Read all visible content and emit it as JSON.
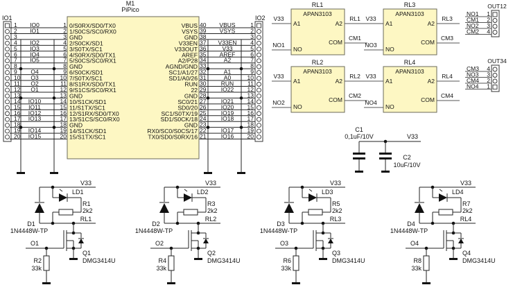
{
  "io1": {
    "ref": "IO1",
    "pins": [
      "1",
      "2",
      "3",
      "4",
      "5",
      "6",
      "7",
      "8",
      "9",
      "10",
      "11",
      "12",
      "13",
      "14",
      "15",
      "16",
      "17",
      "18",
      "19",
      "20"
    ],
    "nets": [
      "IO0",
      "IO1",
      "",
      "IO2",
      "IO3",
      "IO4",
      "IO5",
      "",
      "O4",
      "O3",
      "O2",
      "O1",
      "",
      "IO10",
      "IO11",
      "IO12",
      "IO13",
      "",
      "IO14",
      "IO15"
    ]
  },
  "io2": {
    "ref": "IO2",
    "pins": [
      "1",
      "2",
      "3",
      "4",
      "5",
      "6",
      "7",
      "8",
      "9",
      "10",
      "11",
      "12",
      "13",
      "14",
      "15",
      "16",
      "17",
      "18",
      "19",
      "20"
    ]
  },
  "m1": {
    "ref": "M1",
    "value": "PiPico",
    "left_pin_numbers": [
      "1",
      "2",
      "3",
      "4",
      "5",
      "6",
      "7",
      "8",
      "9",
      "10",
      "11",
      "12",
      "13",
      "14",
      "15",
      "16",
      "17",
      "18",
      "19",
      "20"
    ],
    "left_pin_names": [
      "0/S0RX/SD0/TX0",
      "1/S0CS/SC0/RX0",
      "GND",
      "2/S0CK/SD1",
      "3/S0TX/SC1",
      "4/S0RX/SD0/TX1",
      "5/S0CS/SC0/RX1",
      "GND",
      "6/S0CK/SD1",
      "7/S0TX/SC1",
      "8/S1RX/SD0/TX1",
      "9/S1CS/SC0/RX1",
      "GND",
      "10/S1CK/SD1",
      "11/S1TX/SC1",
      "12/S1RX/SD0/TX0",
      "13/S1CS/SC0/RX0",
      "GND",
      "14/S1CK/SD1",
      "15/S1TX/SC1"
    ],
    "right_pin_numbers": [
      "40",
      "39",
      "38",
      "37",
      "36",
      "35",
      "34",
      "33",
      "32",
      "31",
      "30",
      "29",
      "28",
      "27",
      "26",
      "25",
      "24",
      "23",
      "22",
      "21"
    ],
    "right_pin_names": [
      "VBUS",
      "VSYS",
      "GND",
      "V33EN",
      "V33OUT",
      "AREF",
      "A2/P28",
      "AGND/GND",
      "SC1/A1/27",
      "SD1/A0/26",
      "RUN",
      "22",
      "GND",
      "SC0/21",
      "SD0/20",
      "SC1/S0TX/19",
      "SD1/S0CK/18",
      "GND",
      "RX0/SC0/S0CS/17",
      "TX0/SD0/S0RX/16"
    ],
    "right_nets": [
      "VBUS",
      "VSYS",
      "",
      "V33EN",
      "V33",
      "AREF",
      "A2",
      "",
      "A1",
      "A0",
      "RUN",
      "IO22",
      "",
      "IO21",
      "IO20",
      "IO19",
      "IO18",
      "",
      "IO17",
      "IO16"
    ]
  },
  "relays": [
    {
      "ref": "RL1",
      "part": "APAN3103",
      "pin_a1": "A1",
      "pin_a2": "A2",
      "pin_com": "COM",
      "pin_no": "NO",
      "net_a1": "V33",
      "net_a2": "RL1",
      "net_com": "CM1",
      "net_no": "NO1"
    },
    {
      "ref": "RL3",
      "part": "APAN3103",
      "pin_a1": "A1",
      "pin_a2": "A2",
      "pin_com": "COM",
      "pin_no": "NO",
      "net_a1": "V33",
      "net_a2": "RL3",
      "net_com": "CM3",
      "net_no": "NO3"
    },
    {
      "ref": "RL2",
      "part": "APAN3103",
      "pin_a1": "A1",
      "pin_a2": "A2",
      "pin_com": "COM",
      "pin_no": "NO",
      "net_a1": "V33",
      "net_a2": "RL2",
      "net_com": "CM2",
      "net_no": "NO2"
    },
    {
      "ref": "RL4",
      "part": "APAN3103",
      "pin_a1": "A1",
      "pin_a2": "A2",
      "pin_com": "COM",
      "pin_no": "NO",
      "net_a1": "V33",
      "net_a2": "RL4",
      "net_com": "CM4",
      "net_no": "NO4"
    }
  ],
  "out12": {
    "ref": "OUT12",
    "pins": [
      "1",
      "2",
      "3",
      "4"
    ],
    "nets": [
      "NO1",
      "CM1",
      "NO2",
      "CM2"
    ]
  },
  "out34": {
    "ref": "OUT34",
    "pins": [
      "4",
      "3",
      "2",
      "1"
    ],
    "nets": [
      "CM3",
      "NO3",
      "CM4",
      "NO4"
    ]
  },
  "caps": {
    "c1": {
      "ref": "C1",
      "value": "0,1uF/10V"
    },
    "c2": {
      "ref": "C2",
      "value": "10uF/10V"
    },
    "net": "V33"
  },
  "drivers": [
    {
      "vnet": "V33",
      "led": "LD1",
      "res_led": "R1",
      "res_led_val": "2k2",
      "diode": "D1",
      "diode_part": "1N4448W-TP",
      "rl_net": "RL1",
      "in_net": "O1",
      "res_pd": "R2",
      "res_pd_val": "33k",
      "fet": "Q1",
      "fet_part": "DMG3414U"
    },
    {
      "vnet": "V33",
      "led": "LD2",
      "res_led": "R3",
      "res_led_val": "2k2",
      "diode": "D2",
      "diode_part": "1N4448W-TP",
      "rl_net": "RL2",
      "in_net": "O2",
      "res_pd": "R4",
      "res_pd_val": "33k",
      "fet": "Q2",
      "fet_part": "DMG3414U"
    },
    {
      "vnet": "V33",
      "led": "LD3",
      "res_led": "R5",
      "res_led_val": "2k2",
      "diode": "D3",
      "diode_part": "1N4448W-TP",
      "rl_net": "RL3",
      "in_net": "O3",
      "res_pd": "R6",
      "res_pd_val": "33k",
      "fet": "Q3",
      "fet_part": "DMG3414U"
    },
    {
      "vnet": "V33",
      "led": "LD4",
      "res_led": "R7",
      "res_led_val": "2k2",
      "diode": "D4",
      "diode_part": "1N4448W-TP",
      "rl_net": "RL4",
      "in_net": "O4",
      "res_pd": "R8",
      "res_pd_val": "33k",
      "fet": "Q4",
      "fet_part": "DMG3414U"
    }
  ]
}
